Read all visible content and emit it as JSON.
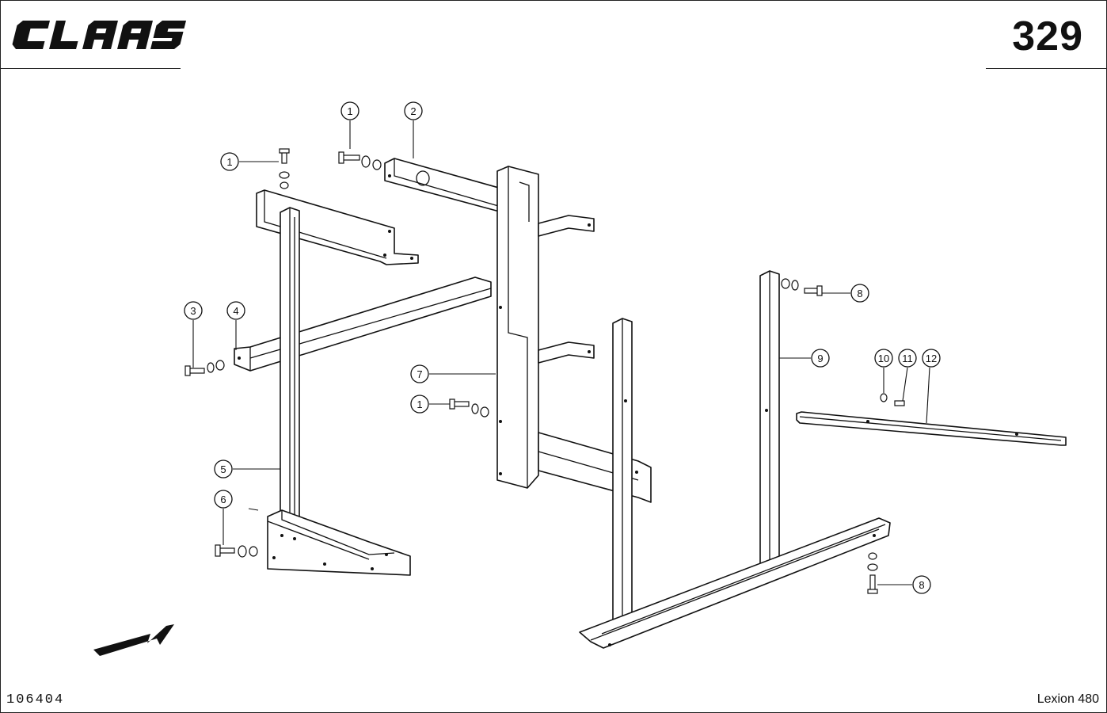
{
  "header": {
    "logo": "CLAAS",
    "page_number": "329"
  },
  "footer": {
    "doc_number": "106404",
    "model": "Lexion 480"
  },
  "callouts": [
    {
      "id": "c1a",
      "label": "1"
    },
    {
      "id": "c1b",
      "label": "1"
    },
    {
      "id": "c2",
      "label": "2"
    },
    {
      "id": "c3",
      "label": "3"
    },
    {
      "id": "c4",
      "label": "4"
    },
    {
      "id": "c7",
      "label": "7"
    },
    {
      "id": "c1c",
      "label": "1"
    },
    {
      "id": "c5",
      "label": "5"
    },
    {
      "id": "c6",
      "label": "6"
    },
    {
      "id": "c8a",
      "label": "8"
    },
    {
      "id": "c9",
      "label": "9"
    },
    {
      "id": "c10",
      "label": "10"
    },
    {
      "id": "c11",
      "label": "11"
    },
    {
      "id": "c12",
      "label": "12"
    },
    {
      "id": "c8b",
      "label": "8"
    }
  ]
}
